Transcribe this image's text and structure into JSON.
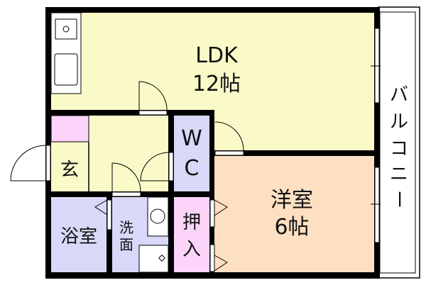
{
  "rooms": {
    "ldk": {
      "name": "LDK",
      "size": "12帖"
    },
    "western": {
      "name": "洋室",
      "size": "6帖"
    },
    "wc": {
      "line1": "W",
      "line2": "C"
    },
    "entrance": "玄",
    "bath": "浴室",
    "washroom": {
      "line1": "洗",
      "line2": "面"
    },
    "closet": {
      "line1": "押",
      "line2": "入"
    },
    "balcony": [
      "バ",
      "ル",
      "コ",
      "ニ",
      "ー"
    ]
  },
  "colors": {
    "ldk": "#fafac8",
    "wc": "#d8d8f8",
    "bath": "#d8d8f8",
    "closet": "#fcd4fa",
    "shoe": "#fcd4fa",
    "western": "#fde0c2",
    "wall": "#000000"
  }
}
